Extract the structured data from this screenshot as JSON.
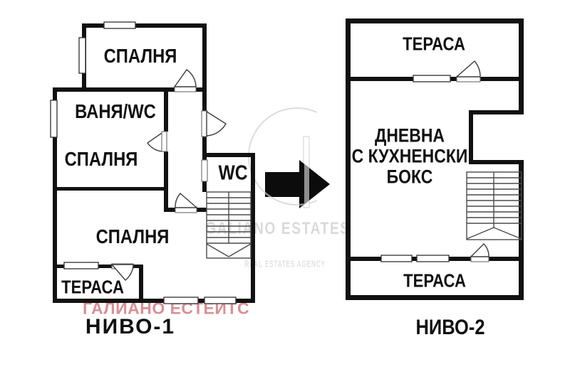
{
  "document": {
    "type": "floor-plan",
    "background": "#ffffff"
  },
  "colors": {
    "wall": "#111111",
    "accent_pink": "#d98f92",
    "watermark_gray": "#dcdcdc"
  },
  "level1": {
    "title": "НИВО-1",
    "rooms": {
      "bedroom_top": "СПАЛНЯ",
      "bath_wc": "ВАНЯ/WC",
      "bedroom_middle": "СПАЛНЯ",
      "wc": "WC",
      "bedroom_bottom": "СПАЛНЯ",
      "terrace": "ТЕРАСА"
    }
  },
  "level2": {
    "title": "НИВО-2",
    "rooms": {
      "terrace_top": "ТЕРАСА",
      "living_lines": [
        "ДНЕВНА",
        "С КУХНЕНСКИ",
        "БОКС"
      ],
      "terrace_bottom": "ТЕРАСА"
    }
  },
  "watermark": {
    "agency_name_cyrillic": "ГАЛИАНО ЕСТЕЙТС",
    "agency_name_latin": "GALIANO ESTATES",
    "tagline": "REAL ESTATES AGENCY"
  }
}
